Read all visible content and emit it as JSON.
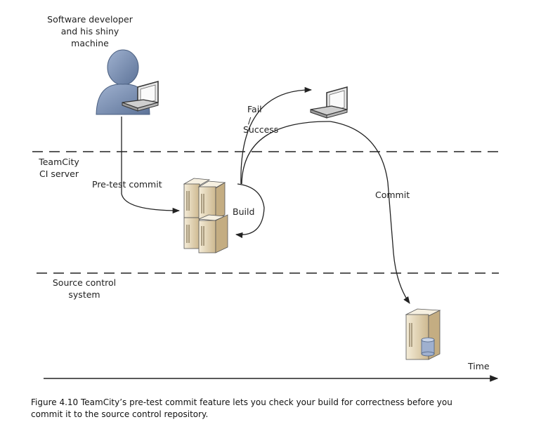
{
  "labels": {
    "developer": [
      "Software developer",
      "and his shiny",
      "machine"
    ],
    "ci_server": [
      "TeamCity",
      "CI server"
    ],
    "source_control": [
      "Source control",
      "system"
    ],
    "pre_test_commit": "Pre-test commit",
    "build": "Build",
    "fail": "Fail",
    "slash": "/",
    "success": "Success",
    "commit": "Commit",
    "time": "Time"
  },
  "caption": "Figure 4.10 TeamCity’s pre-test commit feature lets you check your build for correctness before you commit it to the source control repository.",
  "colors": {
    "person": "#7f95b8",
    "server_body": "#eadfc6",
    "server_shadow": "#c9b48c",
    "db": "#9fb0cf",
    "line": "#222222"
  },
  "icons": [
    "developer-person-icon",
    "laptop-icon",
    "server-rack-icon",
    "database-server-icon"
  ]
}
